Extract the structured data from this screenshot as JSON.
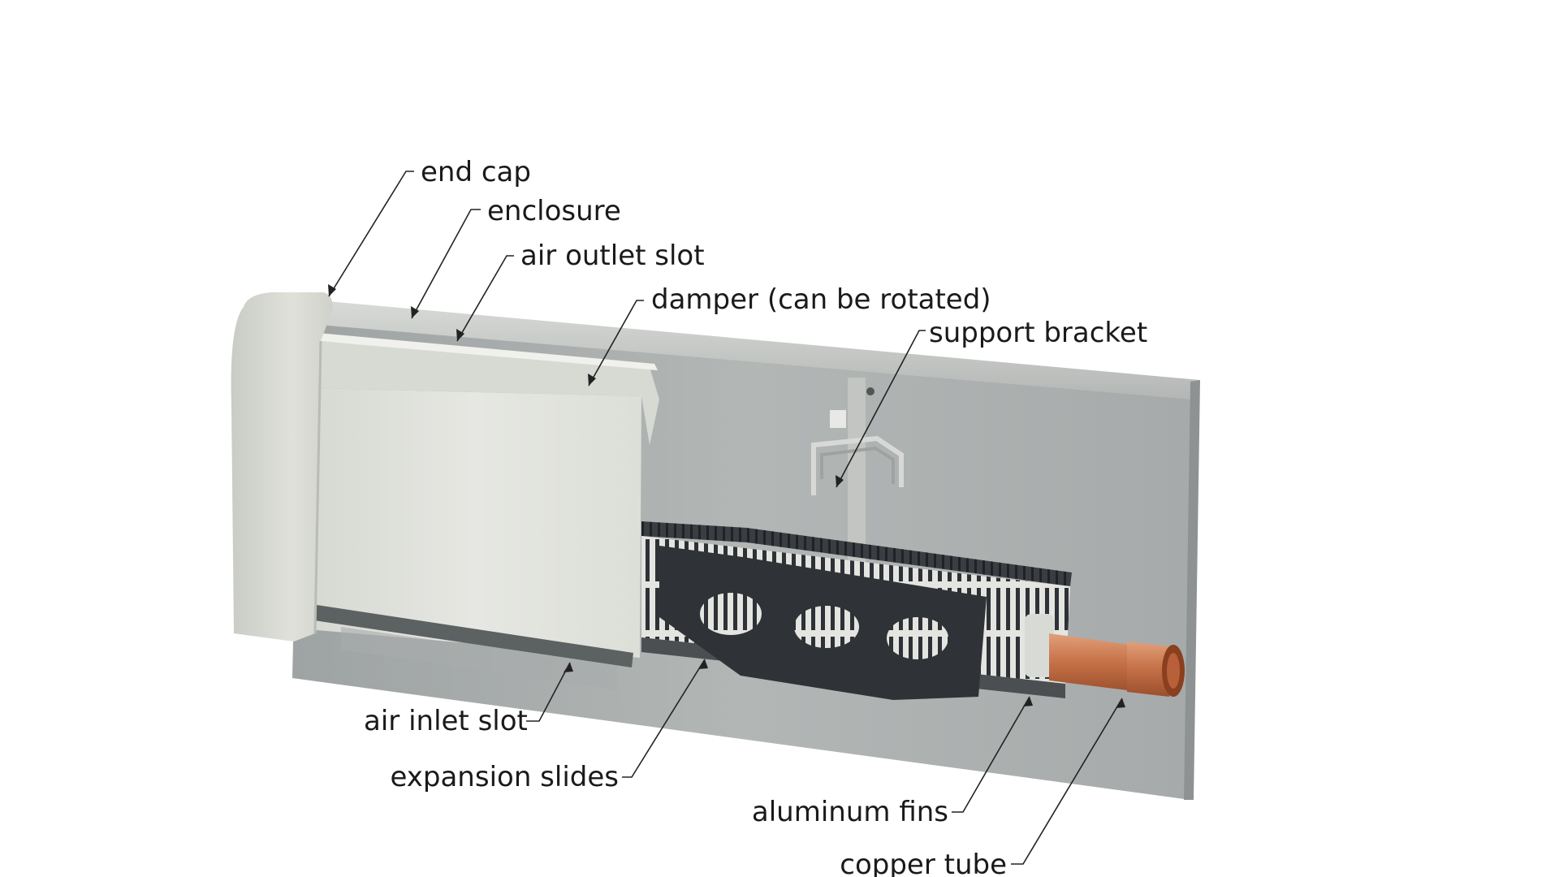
{
  "diagram": {
    "labels": {
      "end_cap": "end cap",
      "enclosure": "enclosure",
      "air_outlet_slot": "air outlet slot",
      "damper": "damper (can be rotated)",
      "support_bracket": "support bracket",
      "air_inlet_slot": "air inlet slot",
      "expansion_slides": "expansion slides",
      "aluminum_fins": "aluminum fins",
      "copper_tube": "copper tube"
    },
    "colors": {
      "enclosure": "#e3e4df",
      "back_panel": "#a9aeae",
      "fins_dark": "#2b2f33",
      "fins_light": "#d9dad6",
      "copper": "#c8744a",
      "leader_line": "#222222",
      "text": "#1a1a1a"
    }
  }
}
